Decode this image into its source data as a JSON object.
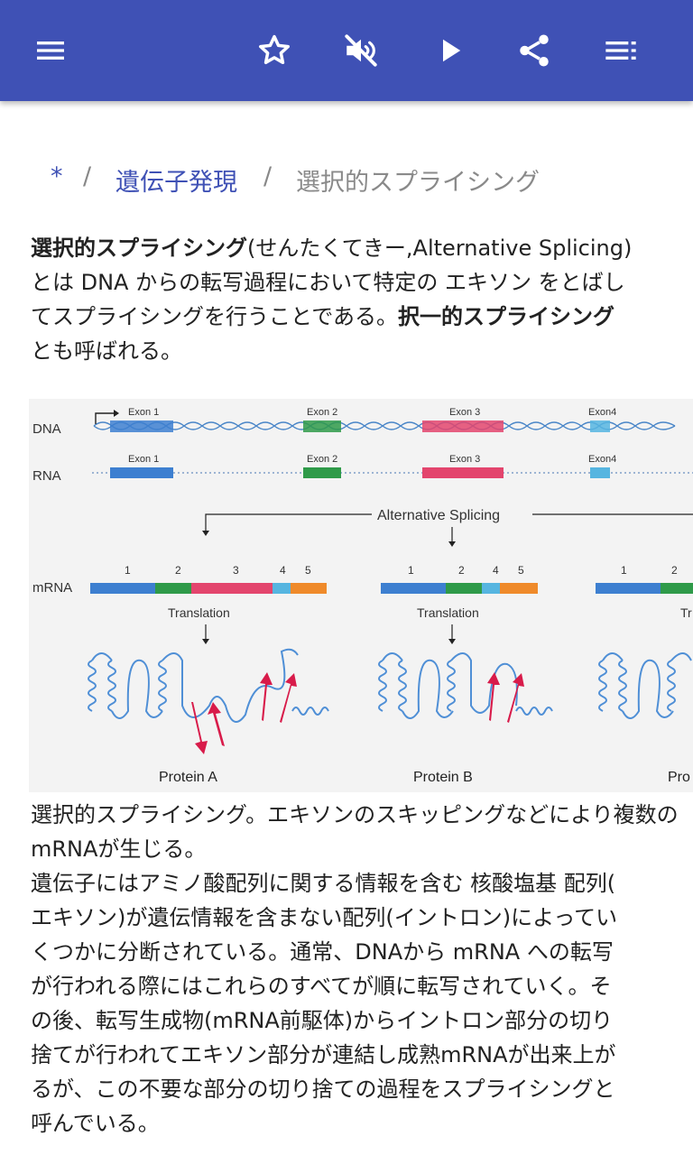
{
  "toolbar": {
    "icons": [
      "menu-icon",
      "star-icon",
      "volume-off-icon",
      "play-icon",
      "share-icon",
      "playlist-icon"
    ],
    "color": "#3f51b5"
  },
  "breadcrumb": {
    "home": "*",
    "sep1": "/",
    "parent": "遺伝子発現",
    "sep2": "/",
    "current": "選択的スプライシング"
  },
  "intro": {
    "term": "選択的スプライシング",
    "reading": "(せんたくてきー,Alternative Splicing)",
    "line2": "とは DNA からの転写過程において特定の エキソン をとばし",
    "line3a": "てスプライシングを行うことである。",
    "alt_term": "択一的スプライシング",
    "line4": "とも呼ばれる。"
  },
  "figure": {
    "dna": "DNA",
    "rna": "RNA",
    "mrna": "mRNA",
    "exon1": "Exon 1",
    "exon2": "Exon 2",
    "exon3": "Exon 3",
    "exon4": "Exon4",
    "alt_splicing": "Alternative Splicing",
    "n1": "1",
    "n2": "2",
    "n3": "3",
    "n4": "4",
    "n5": "5",
    "translation": "Translation",
    "protein_a": "Protein A",
    "protein_b": "Protein B",
    "protein_c_partial": "Pro",
    "translation_partial": "Tr"
  },
  "caption": {
    "line1": "選択的スプライシング。エキソンのスキッピングなどにより複数の",
    "line2": "mRNAが生じる。"
  },
  "body": {
    "l1": "遺伝子にはアミノ酸配列に関する情報を含む 核酸塩基 配列(",
    "l2": "エキソン)が遺伝情報を含まない配列(イントロン)によってい",
    "l3": "くつかに分断されている。通常、DNAから mRNA への転写",
    "l4": "が行われる際にはこれらのすべてが順に転写されていく。そ",
    "l5": "の後、転写生成物(mRNA前駆体)からイントロン部分の切り",
    "l6": "捨てが行われてエキソン部分が連結し成熟mRNAが出来上が",
    "l7": "るが、この不要な部分の切り捨ての過程をスプライシングと",
    "l8": "呼んでいる。"
  }
}
